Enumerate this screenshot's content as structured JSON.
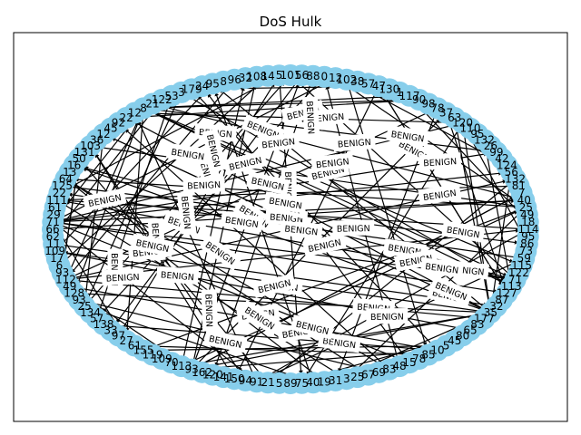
{
  "figure": {
    "title": "DoS Hulk"
  },
  "graph": {
    "node_color": "#87ceeb",
    "edge_color": "#000000",
    "edge_label": "BENIGN",
    "node_labels": [
      "101",
      "56",
      "88",
      "0",
      "12",
      "102",
      "38",
      "57",
      "47",
      "130",
      "1",
      "117",
      "90",
      "98",
      "78",
      "37",
      "63",
      "120",
      "110",
      "95",
      "132",
      "26",
      "99",
      "42",
      "124",
      "56",
      "132",
      "81",
      "7",
      "40",
      "25",
      "49",
      "18",
      "114",
      "95",
      "86",
      "73",
      "59",
      "115",
      "122",
      "71",
      "113",
      "127",
      "87",
      "32",
      "35",
      "177",
      "83",
      "65",
      "80",
      "45",
      "5",
      "10",
      "85",
      "78",
      "15",
      "48",
      "83",
      "69",
      "67",
      "25",
      "3",
      "31",
      "19",
      "40",
      "75",
      "89",
      "5",
      "21",
      "91",
      "94",
      "150",
      "141",
      "120",
      "162",
      "93",
      "113",
      "70",
      "109",
      "119",
      "155",
      "61",
      "27",
      "97",
      "33",
      "138",
      "57",
      "134",
      "25",
      "93",
      "128",
      "49",
      "112",
      "93",
      "6",
      "17",
      "109",
      "11",
      "62",
      "66",
      "71",
      "29",
      "61",
      "111",
      "22",
      "125",
      "64",
      "13",
      "16",
      "50",
      "131",
      "103",
      "36",
      "12",
      "45",
      "92",
      "22",
      "12",
      "8",
      "21",
      "122",
      "53",
      "3",
      "179",
      "24",
      "95",
      "8",
      "96",
      "32",
      "108",
      "14",
      "5"
    ],
    "edge_label_count": 58
  }
}
